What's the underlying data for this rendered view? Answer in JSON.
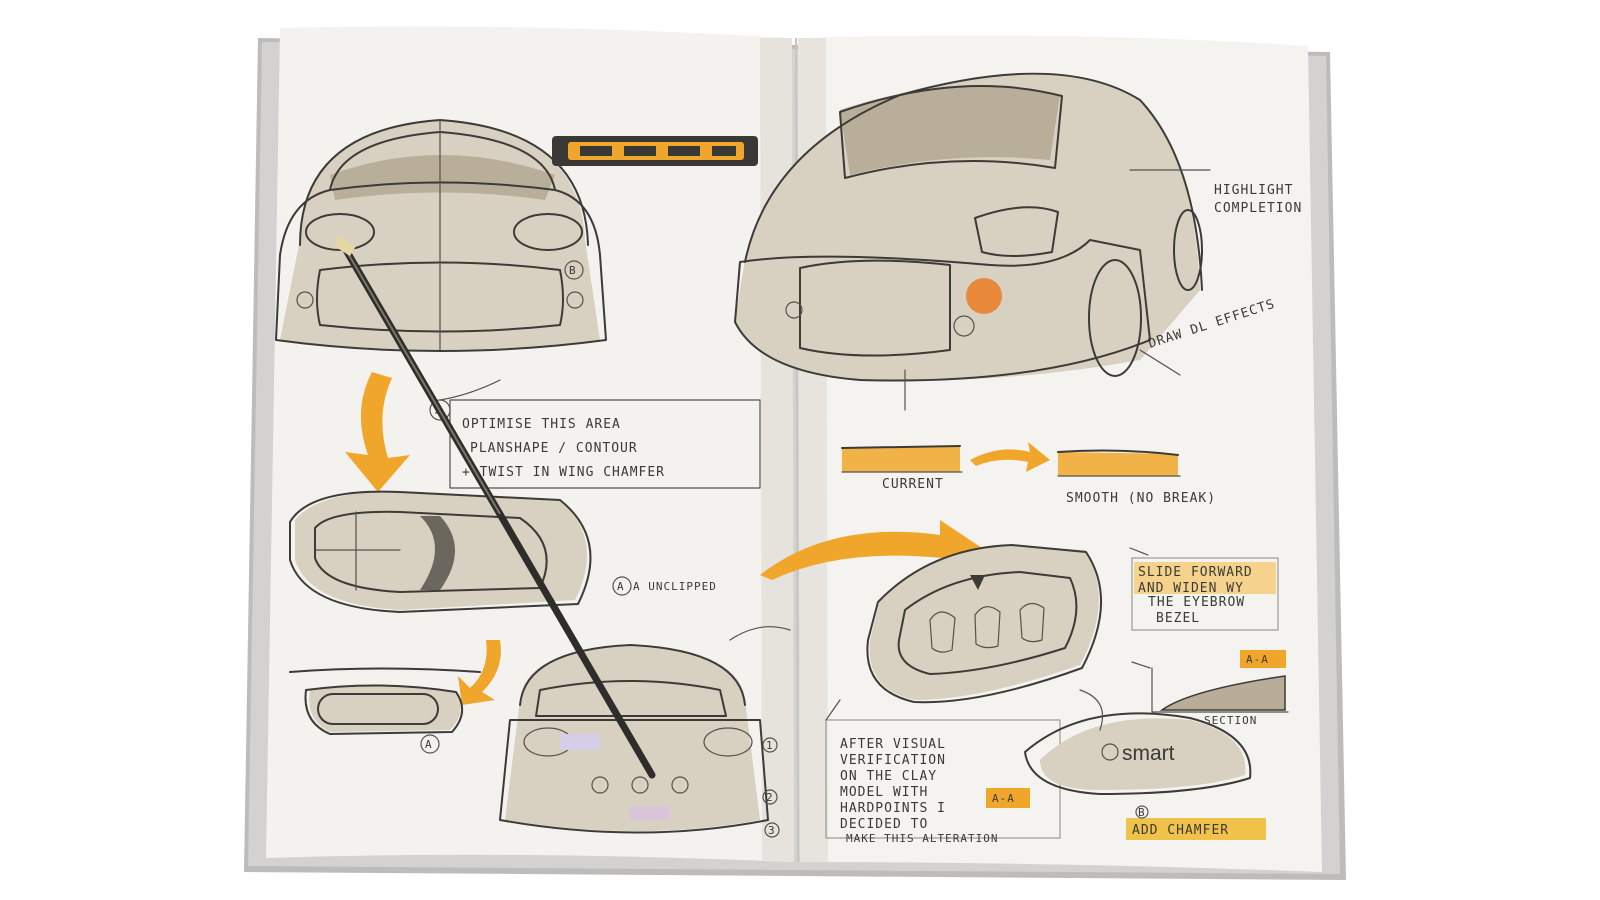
{
  "palette": {
    "page": "#f4f2ee",
    "cover": "#bdbcbb",
    "ink": "#3d3b37",
    "marker_tone": "#d8d0c0",
    "marker_dark": "#b9ae9a",
    "accent_orange": "#f0a62a"
  },
  "left_page": {
    "note_optimise": [
      "OPTIMISE THIS AREA",
      "PLANSHAPE / CONTOUR",
      "+ TWIST IN WING CHAMFER"
    ],
    "callout_a": "A",
    "label_a_unclipped": "A UNCLIPPED",
    "callout_a_bottom": "A",
    "marker_b": "B",
    "marker_1": "1",
    "marker_2": "2",
    "marker_3": "3"
  },
  "right_page": {
    "highlight_note": [
      "HIGHLIGHT",
      "COMPLETION"
    ],
    "drl_note": "DRAW DL EFFECTS",
    "label_current": "CURRENT",
    "label_smooth": "SMOOTH (NO BREAK)",
    "slide_note": [
      "SLIDE FORWARD",
      "AND WIDEN WY",
      "THE EYEBROW",
      "BEZEL"
    ],
    "section_tag": "A-A",
    "section_label": "SECTION",
    "after_note": [
      "AFTER VISUAL",
      "VERIFICATION",
      "ON THE CLAY",
      "MODEL WITH",
      "HARDPOINTS I",
      "DECIDED TO",
      "MAKE THIS ALTERATION"
    ],
    "tag_aa_bottom": "A-A",
    "brand_text": "smart",
    "add_chamfer": "ADD CHAMFER",
    "callout_b": "B"
  },
  "icons": [
    "pencil",
    "arrow-down-yellow",
    "arrow-right-yellow",
    "eq-badge-logo"
  ]
}
